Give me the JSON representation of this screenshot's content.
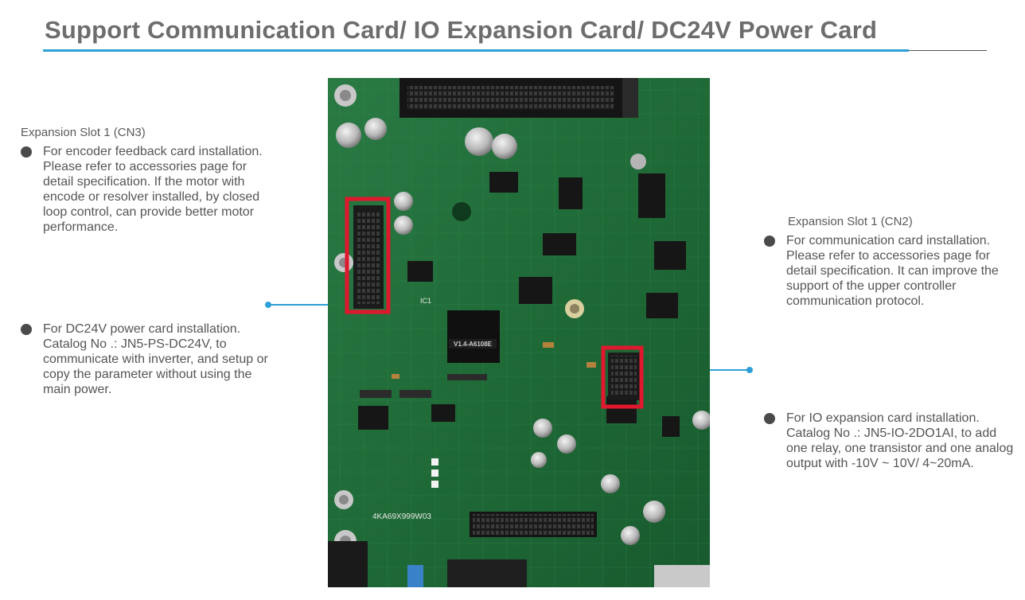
{
  "title": "Support Communication Card/ IO Expansion Card/ DC24V Power Card",
  "colors": {
    "accent": "#2e9fd8",
    "highlight": "#e0182d",
    "board": "#1f6a37"
  },
  "left": {
    "slot_label": "Expansion Slot 1 (CN3)",
    "items": [
      {
        "text": "For encoder feedback card installation. Please refer to accessories page for detail specification. If the motor with encode or resolver installed, by closed loop control, can provide better motor performance."
      },
      {
        "text": "For DC24V power card installation. Catalog No .: JN5-PS-DC24V, to communicate with inverter, and setup or copy the parameter without using the main power."
      }
    ]
  },
  "right": {
    "slot_label": "Expansion Slot 1 (CN2)",
    "items": [
      {
        "text": "For communication card installation. Please refer to accessories page for detail specification. It can improve the support of the upper controller communication protocol."
      },
      {
        "text": "For IO expansion card installation. Catalog No .: JN5-IO-2DO1AI, to add one relay, one transistor and one analog output with -10V ~ 10V/ 4~20mA."
      }
    ]
  },
  "photo": {
    "chip_label": "V1.4-A6108E",
    "board_code": "4KA69X999W03",
    "ref_ic1": "IC1"
  }
}
